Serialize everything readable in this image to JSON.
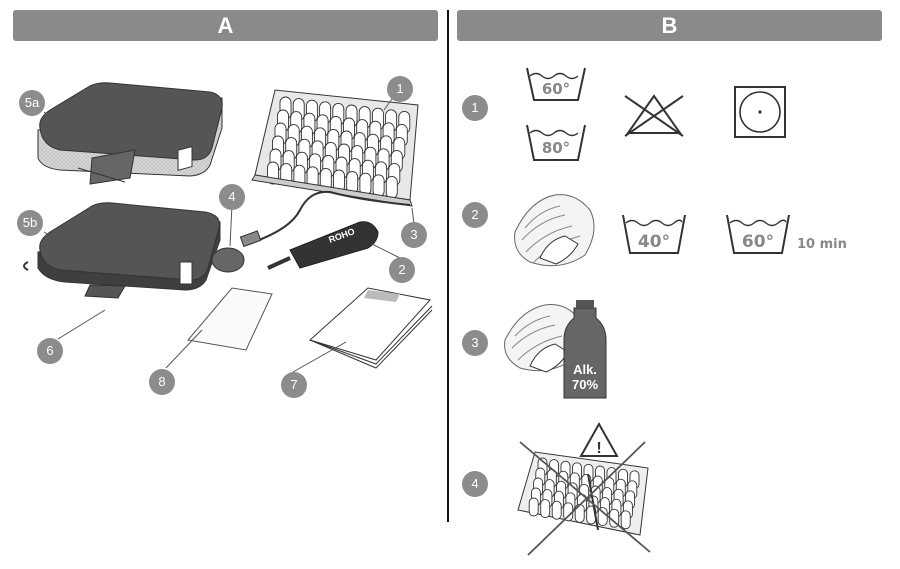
{
  "panels": {
    "a_label": "A",
    "b_label": "B"
  },
  "callouts_a": {
    "c1": "1",
    "c2": "2",
    "c3": "3",
    "c4": "4",
    "c5a": "5a",
    "c5b": "5b",
    "c6": "6",
    "c7": "7",
    "c8": "8"
  },
  "callouts_b": {
    "r1": "1",
    "r2": "2",
    "r3": "3",
    "r4": "4"
  },
  "symbols": {
    "wash_60": "60°",
    "wash_80": "80°",
    "wash_40": "40°",
    "wash_60b": "60°",
    "duration": "10 min",
    "alcohol_line1": "Alk.",
    "alcohol_line2": "70%",
    "warning_mark": "!",
    "pump_brand": "ROHO"
  },
  "colors": {
    "header_bg": "#8a8a8a",
    "callout_bg": "#8c8c8c",
    "cushion_dark": "#505050",
    "line": "#333333"
  },
  "icons": [
    "wash-60-icon",
    "wash-80-icon",
    "no-bleach-icon",
    "tumble-dry-icon",
    "hand-wipe-icon",
    "wash-40-icon",
    "wash-60-icon",
    "alcohol-bottle-icon",
    "warning-icon"
  ]
}
